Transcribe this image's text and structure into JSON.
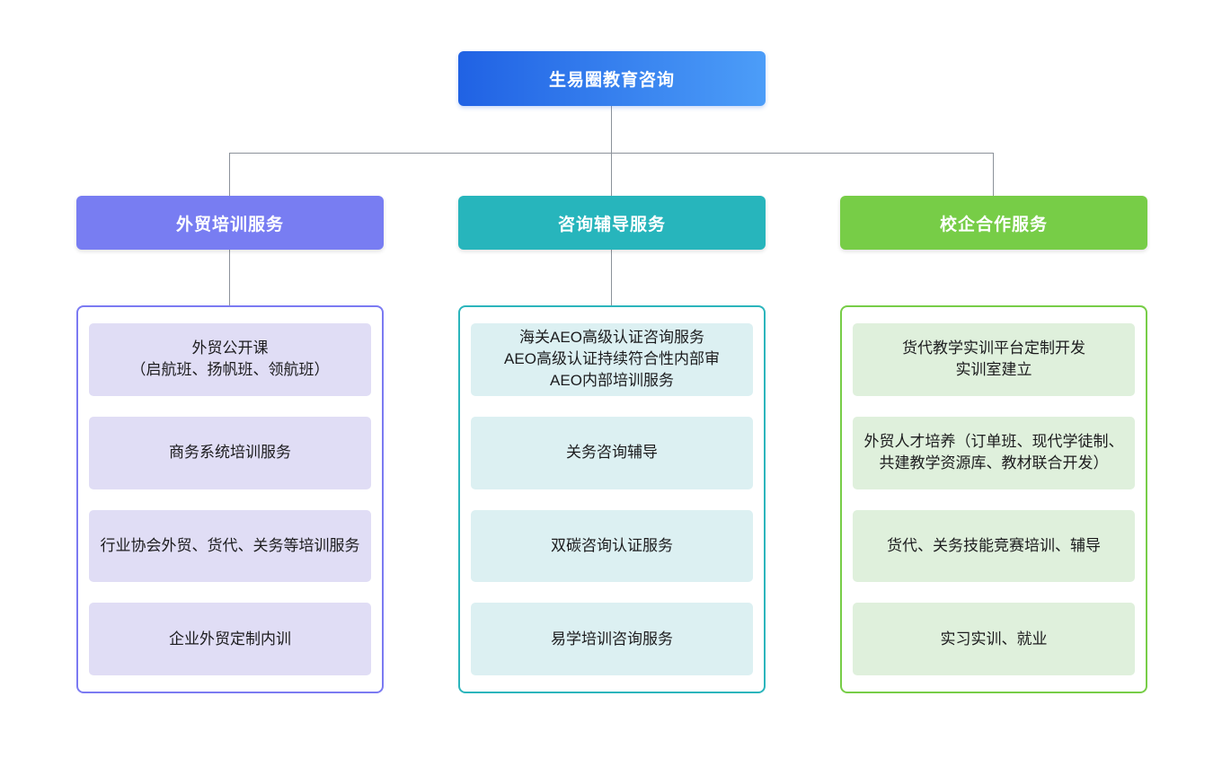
{
  "diagram": {
    "type": "org-chart",
    "root": {
      "label": "生易圈教育咨询"
    },
    "colors": {
      "root_gradient_left": "#2062e4",
      "root_gradient_right": "#4c9df8",
      "branch_0_accent": "#787df2",
      "branch_0_item_bg": "#e0ddf5",
      "branch_1_accent": "#27b5bc",
      "branch_1_item_bg": "#dcf0f2",
      "branch_2_accent": "#77cd47",
      "branch_2_item_bg": "#dff0dc",
      "connector_line": "#8c929a",
      "item_text": "#1c1c1e"
    },
    "branches": [
      {
        "label": "外贸培训服务",
        "items": [
          "外贸公开课\n（启航班、扬帆班、领航班）",
          "商务系统培训服务",
          "行业协会外贸、货代、关务等培训服务",
          "企业外贸定制内训"
        ]
      },
      {
        "label": "咨询辅导服务",
        "items": [
          "海关AEO高级认证咨询服务\nAEO高级认证持续符合性内部审\nAEO内部培训服务",
          "关务咨询辅导",
          "双碳咨询认证服务",
          "易学培训咨询服务"
        ]
      },
      {
        "label": "校企合作服务",
        "items": [
          "货代教学实训平台定制开发\n实训室建立",
          "外贸人才培养（订单班、现代学徒制、共建教学资源库、教材联合开发）",
          "货代、关务技能竞赛培训、辅导",
          "实习实训、就业"
        ]
      }
    ]
  }
}
